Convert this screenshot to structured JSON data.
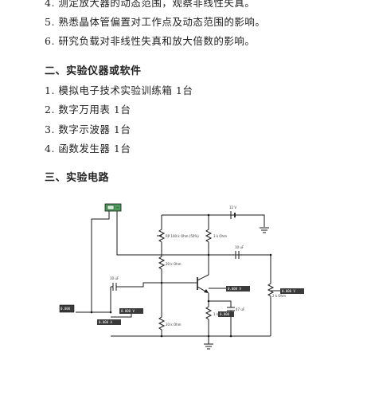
{
  "objectives": [
    "4. 测定放大器的动态范围，观察非线性失真。",
    "5. 熟悉晶体管偏置对工作点及动态范围的影响。",
    "6. 研究负载对非线性失真和放大倍数的影响。"
  ],
  "section2": {
    "title": "二、实验仪器或软件",
    "items": [
      "1. 模拟电子技术实验训练箱 1台",
      "2. 数字万用表 1台",
      "3. 数字示波器 1台",
      "4. 函数发生器 1台"
    ]
  },
  "section3": {
    "title": "三、实验电路"
  },
  "circuit": {
    "battery_label": "12 V",
    "rp_label": "RP 100 k Ohm (50%)",
    "rc_label": "3 k Ohm",
    "rb1_label": "20 k Ohm",
    "rb2_label": "20 k Ohm",
    "re_label": "1 k Ohm",
    "c1_label": "10 uF",
    "c2_label": "10 uF",
    "ce_label": "47 uF",
    "rl_label": "2 k Ohm",
    "meter_scope": "~",
    "meter_vin": "0.000",
    "meter_vb": "0.000 V",
    "meter_ib": "0.000 A",
    "meter_vc": "0.000 V",
    "meter_ve": "0.000",
    "meter_vout": "0.000 V"
  }
}
